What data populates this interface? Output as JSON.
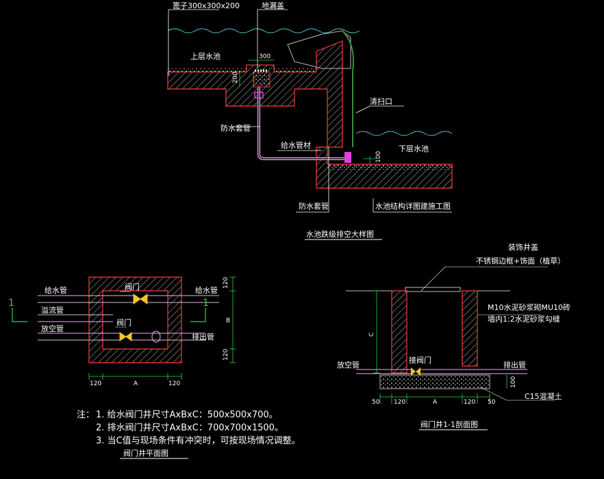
{
  "top_section": {
    "grate_label": "篦子300x300x200",
    "floor_drain_label": "地漏盖",
    "upper_pool_label": "上层水池",
    "dim_300": "300",
    "dim_200": "200",
    "cleanout_label": "清扫口",
    "lower_pool_label": "下层水池",
    "waterproof_sleeve_top": "防水套管",
    "water_pipe_label": "给水管材",
    "waterproof_sleeve_bottom": "防水套管",
    "structure_ref_label": "水池结构详图建施工图",
    "dim_100": "100",
    "title": "水池跌级排空大样图"
  },
  "plan_view": {
    "supply_pipe_left": "给水管",
    "overflow_pipe": "溢流管",
    "drain_pipe_left": "放空管",
    "valve_top": "阀门",
    "valve_bottom": "阀门",
    "supply_pipe_right": "给水管",
    "outlet_pipe": "排出管",
    "dim_120_top": "120",
    "dim_B": "B",
    "dim_120_bottom": "120",
    "dim_120_left": "120",
    "dim_A": "A",
    "dim_120_right": "120",
    "section_mark_left": "1",
    "section_mark_right": "1",
    "title": "阀门井平面图"
  },
  "section_view": {
    "cover_label": "装饰井盖",
    "cover_desc": "不锈钢边框+饰面（植草）",
    "wall_desc_1": "M10水泥砂浆砌MU10砖",
    "wall_desc_2": "墙内1:2水泥砂浆勾缝",
    "drain_pipe": "放空管",
    "valve": "接阀门",
    "outlet_pipe": "排出管",
    "dim_C": "C",
    "dim_100": "100",
    "dim_50_left": "50",
    "dim_120_left": "120",
    "dim_A": "A",
    "dim_120_right": "120",
    "dim_50_right": "50",
    "concrete_label": "C15混凝土",
    "title": "阀门井1-1剖面图"
  },
  "notes": {
    "prefix": "注：",
    "line1": "1. 给水阀门井尺寸AxBxC：500x500x700。",
    "line2": "2. 排水阀门井尺寸AxBxC：700x700x1500。",
    "line3": "3. 当C值与现场条件有冲突时，可按现场情况调整。"
  },
  "colors": {
    "background": "#000000",
    "outline": "#ff3b3b",
    "hatch": "#c8c8c8",
    "dimension": "#2bd44a",
    "pipe": "#e6b8e6",
    "leader": "#ffffff",
    "water": "#4fd1e0",
    "gravel": "#d8d8d8"
  }
}
